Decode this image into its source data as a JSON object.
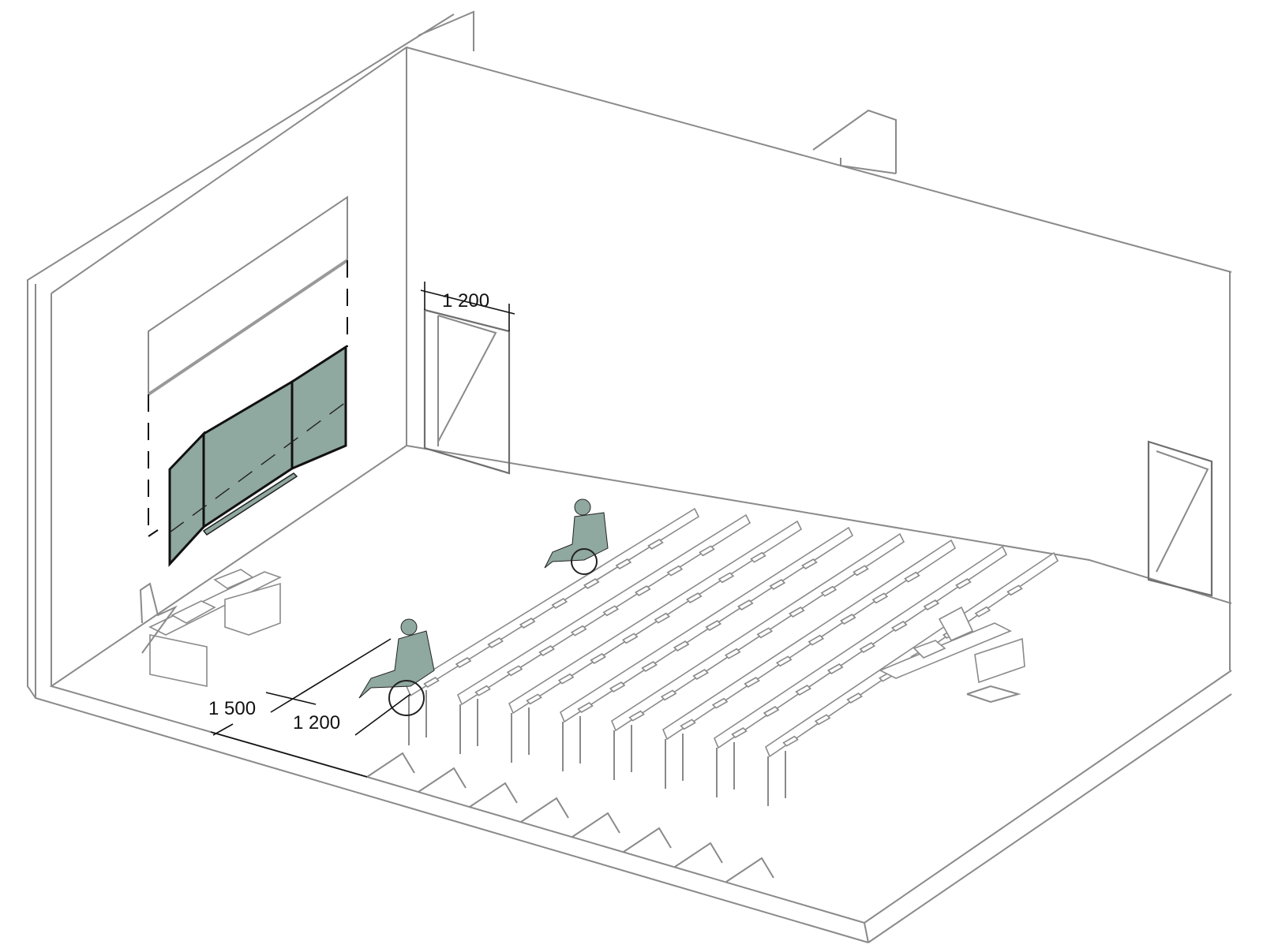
{
  "drawing": {
    "dimensions": {
      "door_width": "1 200",
      "front_clearance": "1 500",
      "aisle_width": "1 200"
    },
    "desk_rows": 8
  },
  "colors": {
    "board": "#8fa8a0",
    "line": "#8a8a8a",
    "dimension": "#111111"
  }
}
